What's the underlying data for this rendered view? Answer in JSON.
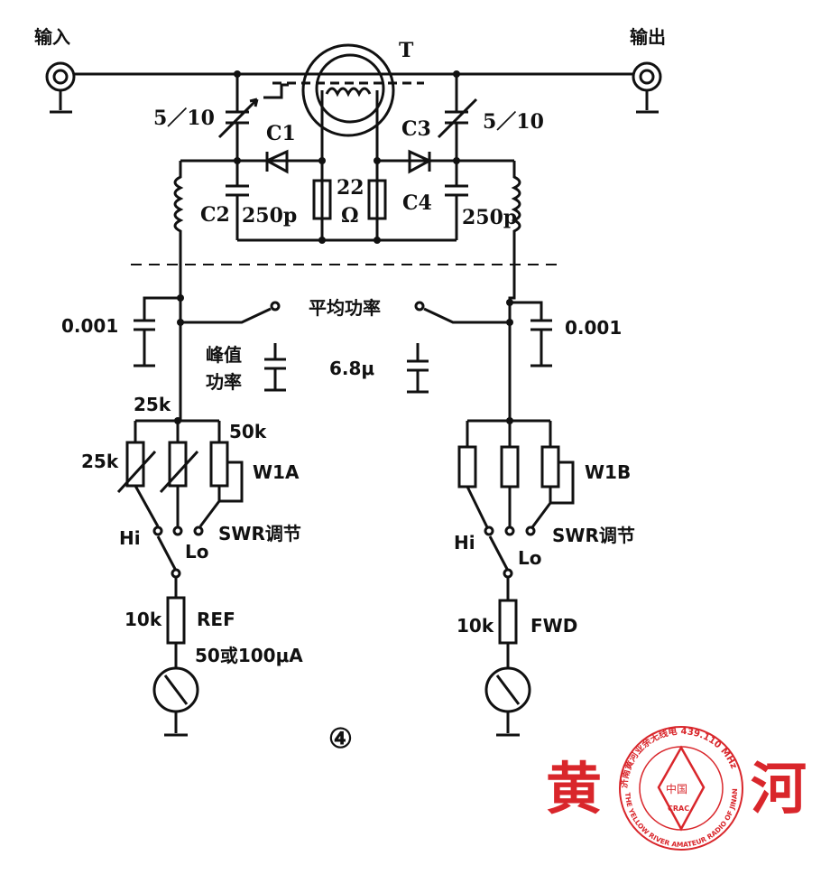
{
  "labels": {
    "input": "输入",
    "output": "输出",
    "transformer": "T",
    "trimmer_left": "5／10",
    "trimmer_right": "5／10",
    "c1": "C1",
    "c2": "C2",
    "c3": "C3",
    "c4": "C4",
    "c2_value": "250p",
    "c4_value": "250p",
    "res_value": "22",
    "res_unit": "Ω",
    "cap_left": "0.001",
    "cap_right": "0.001",
    "avg_power": "平均功率",
    "peak_power_1": "峰值",
    "peak_power_2": "功率",
    "cap_6_8": "6.8μ",
    "r25k_top": "25k",
    "r25k_left": "25k",
    "r50k": "50k",
    "w1a": "W1A",
    "w1b": "W1B",
    "hi_left": "Hi",
    "lo_left": "Lo",
    "swr_left": "SWR调节",
    "hi_right": "Hi",
    "lo_right": "Lo",
    "swr_right": "SWR调节",
    "r10k_left": "10k",
    "r10k_right": "10k",
    "ref": "REF",
    "fwd": "FWD",
    "meter": "50或100μA",
    "figure": "④"
  },
  "logo": {
    "left_char": "黄",
    "right_char": "河",
    "ring_top": "济南黄河业余无线电 439.110 MHz",
    "ring_bottom": "THE YELLOW RIVER AMATEUR RADIO OF JINAN",
    "center": "中国",
    "badge": "CRAC",
    "color": "#d9262b"
  }
}
